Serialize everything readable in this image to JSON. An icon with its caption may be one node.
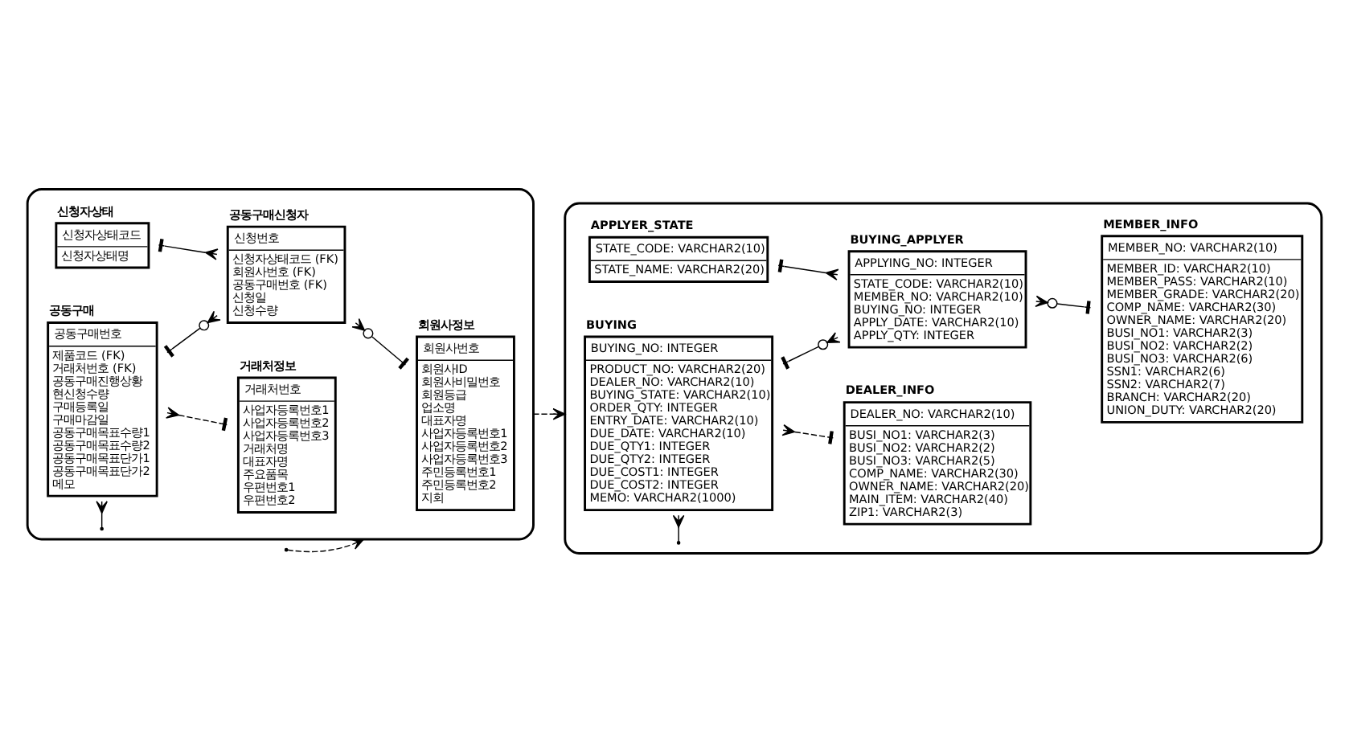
{
  "diagram": {
    "nodes": [
      {
        "text": [],
        "shape": "box"
      },
      {
        "text": [
          "신청자상태",
          "신청자상태코드",
          "신청자상태명"
        ],
        "in": 0
      },
      {
        "text": [
          "공동구매",
          "공동구매번호",
          "제품코드 (FK)",
          "거래처번호 (FK)",
          "공동구매진행상황",
          "현신청수량",
          "구매등록일",
          "구매마감일",
          "공동구매목표수량1",
          "공동구매목표수량2",
          "공동구매목표단가1",
          "공동구매목표단가2",
          "메모"
        ],
        "in": 0
      },
      {
        "text": [
          "공동구매신청자",
          "신청번호",
          "신청자상태코드 (FK)",
          "회원사번호 (FK)",
          "공동구매번호 (FK)",
          "신청일",
          "신청수량"
        ],
        "in": 0
      },
      {
        "text": [
          "거래처정보",
          "거래처번호",
          "사업자등록번호1",
          "사업자등록번호2",
          "사업자등록번호3",
          "거래처명",
          "대표자명",
          "주요품목",
          "우편번호1",
          "우편번호2"
        ],
        "in": 0
      },
      {
        "text": [
          "회원사정보",
          "회원사번호",
          "회원사ID",
          "회원사비밀번호",
          "회원등급",
          "업소명",
          "대표자명",
          "사업자등록번호1",
          "사업자등록번호2",
          "사업자등록번호3",
          "주민등록번호1",
          "주민등록번호2",
          "지회"
        ],
        "in": 0
      },
      {
        "text": [],
        "shape": "box"
      },
      {
        "text": [
          "APPLYER_STATE",
          "STATE_CODE: VARCHAR2(10)",
          "STATE_NAME: VARCHAR2(20)"
        ],
        "in": 6
      },
      {
        "text": [
          "BUYING",
          "BUYING_NO: INTEGER",
          "PRODUCT_NO: VARCHAR2(20)",
          "DEALER_NO: VARCHAR2(10)",
          "BUYING_STATE: VARCHAR2(10)",
          "ORDER_QTY: INTEGER",
          "ENTRY_DATE: VARCHAR2(10)",
          "DUE_DATE: VARCHAR2(10)",
          "DUE_QTY1: INTEGER",
          "DUE_QTY2: INTEGER",
          "DUE_COST1: INTEGER",
          "DUE_COST2: INTEGER",
          "MEMO: VARCHAR2(1000)"
        ],
        "in": 6
      },
      {
        "text": [
          "BUYING_APPLYER",
          "APPLYING_NO: INTEGER",
          "STATE_CODE: VARCHAR2(10)",
          "MEMBER_NO: VARCHAR2(10)",
          "BUYING_NO: INTEGER",
          "APPLY_DATE: VARCHAR2(10)",
          "APPLY_QTY: INTEGER"
        ],
        "in": 6
      },
      {
        "text": [
          "DEALER_INFO",
          "DEALER_NO: VARCHAR2(10)",
          "BUSI_NO1: VARCHAR2(3)",
          "BUSI_NO2: VARCHAR2(2)",
          "BUSI_NO3: VARCHAR2(5)",
          "COMP_NAME: VARCHAR2(30)",
          "OWNER_NAME: VARCHAR2(20)",
          "MAIN_ITEM: VARCHAR2(40)",
          "ZIP1: VARCHAR2(3)"
        ],
        "in": 6
      },
      {
        "text": [
          "MEMBER_INFO",
          "MEMBER_NO: VARCHAR2(10)",
          "MEMBER_ID: VARCHAR2(10)",
          "MEMBER_PASS: VARCHAR2(10)",
          "MEMBER_GRADE: VARCHAR2(20)",
          "COMP_NAME: VARCHAR2(30)",
          "OWNER_NAME: VARCHAR2(20)",
          "BUSI_NO1: VARCHAR2(3)",
          "BUSI_NO2: VARCHAR2(2)",
          "BUSI_NO3: VARCHAR2(6)",
          "SSN1: VARCHAR2(6)",
          "SSN2: VARCHAR2(7)",
          "BRANCH: VARCHAR2(20)",
          "UNION_DUTY: VARCHAR2(20)"
        ],
        "in": 6
      }
    ],
    "edges": [
      {
        "from": null,
        "to": 0,
        "arrow": "to",
        "style": "dashed"
      },
      {
        "from": 1,
        "to": 3,
        "arrow": "other"
      },
      {
        "from": 0,
        "to": 2,
        "arrow": "other"
      },
      {
        "from": 2,
        "to": 3,
        "arrow": "other"
      },
      {
        "from": 2,
        "to": 4,
        "arrow": "other",
        "style": "dashed"
      },
      {
        "from": 3,
        "to": 5,
        "arrow": "other"
      },
      {
        "from": 0,
        "to": 6,
        "arrow": "to",
        "style": "dashed"
      },
      {
        "from": 7,
        "to": 9,
        "arrow": "other"
      },
      {
        "from": 6,
        "to": 8,
        "arrow": "other"
      },
      {
        "from": 8,
        "to": 9,
        "arrow": "other"
      },
      {
        "from": 8,
        "to": 10,
        "arrow": "other",
        "style": "dashed"
      },
      {
        "from": 9,
        "to": 11,
        "arrow": "other"
      }
    ]
  }
}
